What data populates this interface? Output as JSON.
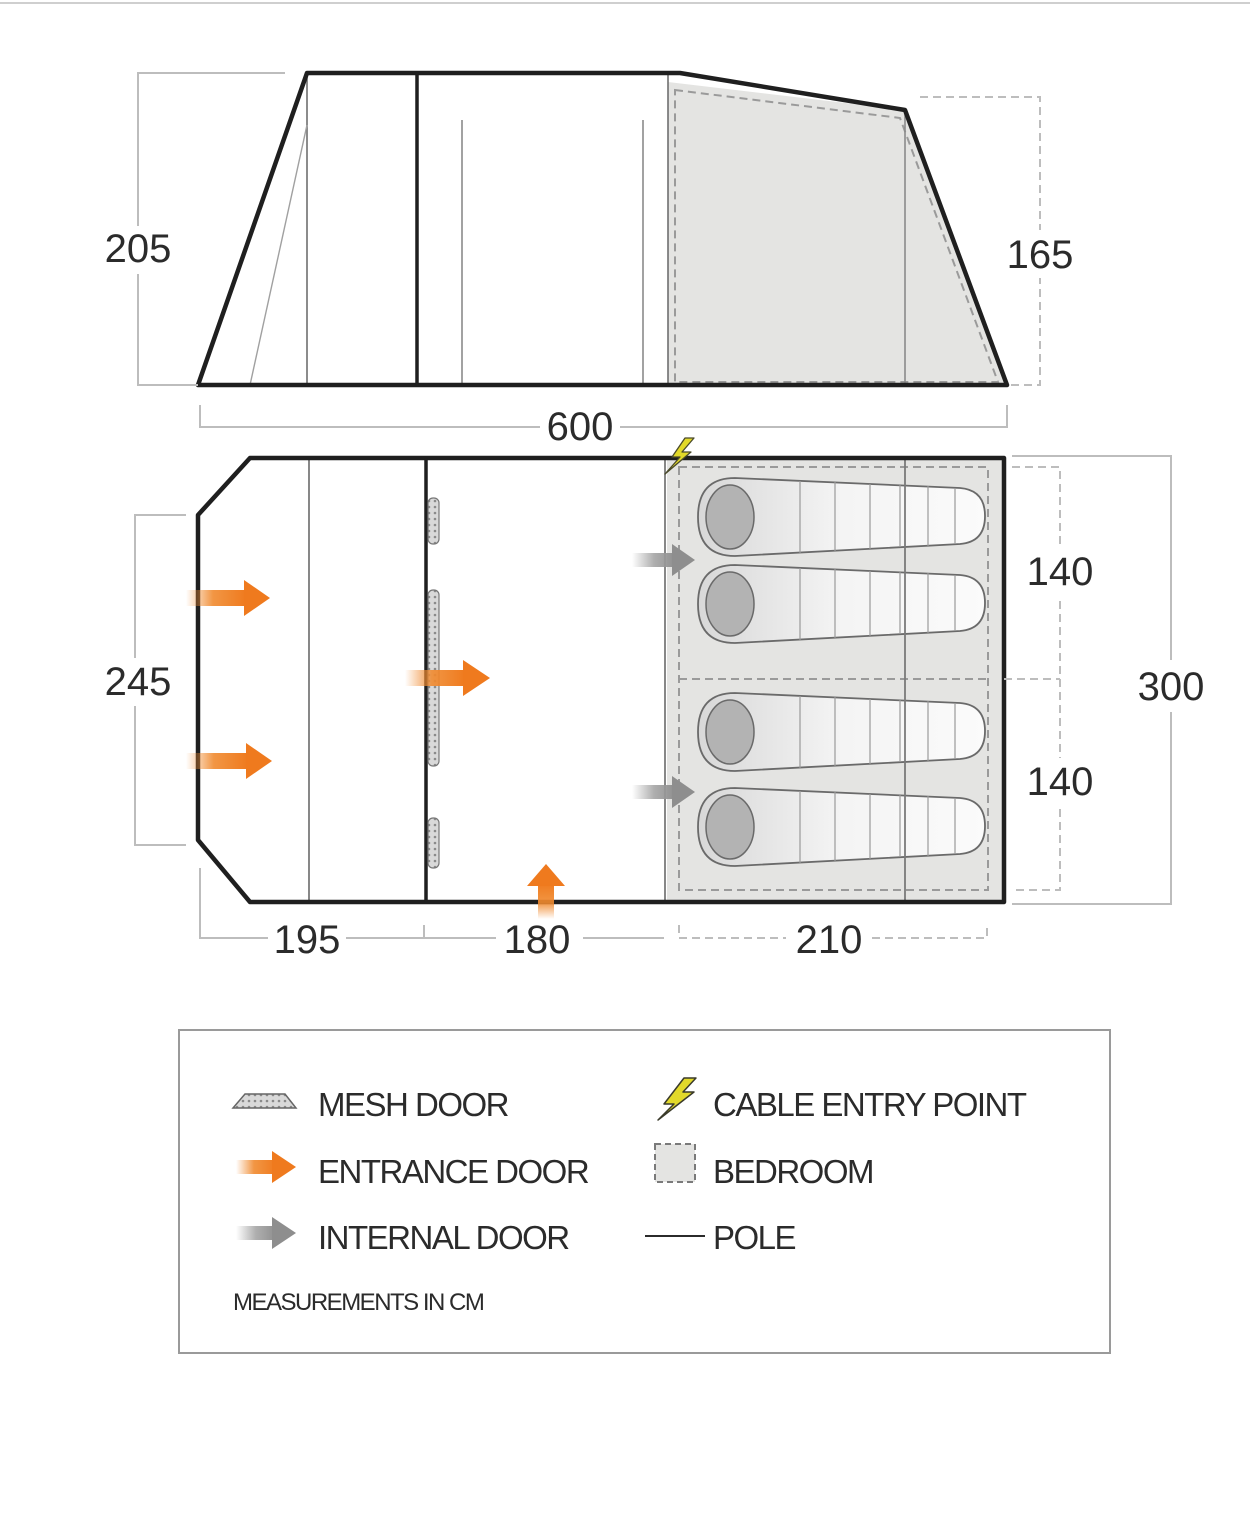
{
  "colors": {
    "outline": "#1f1f1f",
    "bedroom_fill": "#e4e4e2",
    "entrance_arrow": "#f08a2f",
    "internal_arrow": "#a0a0a0",
    "cable_bolt": "#e2d92a",
    "dimension_line": "#bdbdbd"
  },
  "side_view": {
    "height_left": "205",
    "height_right": "165",
    "total_length": "600"
  },
  "floor_plan": {
    "front_depth": "245",
    "total_width": "300",
    "bedroom_1_width": "140",
    "bedroom_2_width": "140",
    "section_1_length": "195",
    "section_2_length": "180",
    "section_3_length": "210"
  },
  "legend": {
    "mesh_door": "MESH DOOR",
    "entrance_door": "ENTRANCE DOOR",
    "internal_door": "INTERNAL DOOR",
    "cable_entry_point": "CABLE ENTRY POINT",
    "bedroom": "BEDROOM",
    "pole": "POLE",
    "note": "MEASUREMENTS IN CM",
    "icons": [
      "mesh-door-icon",
      "entrance-arrow-icon",
      "internal-arrow-icon",
      "lightning-bolt-icon",
      "bedroom-icon",
      "pole-icon"
    ]
  }
}
